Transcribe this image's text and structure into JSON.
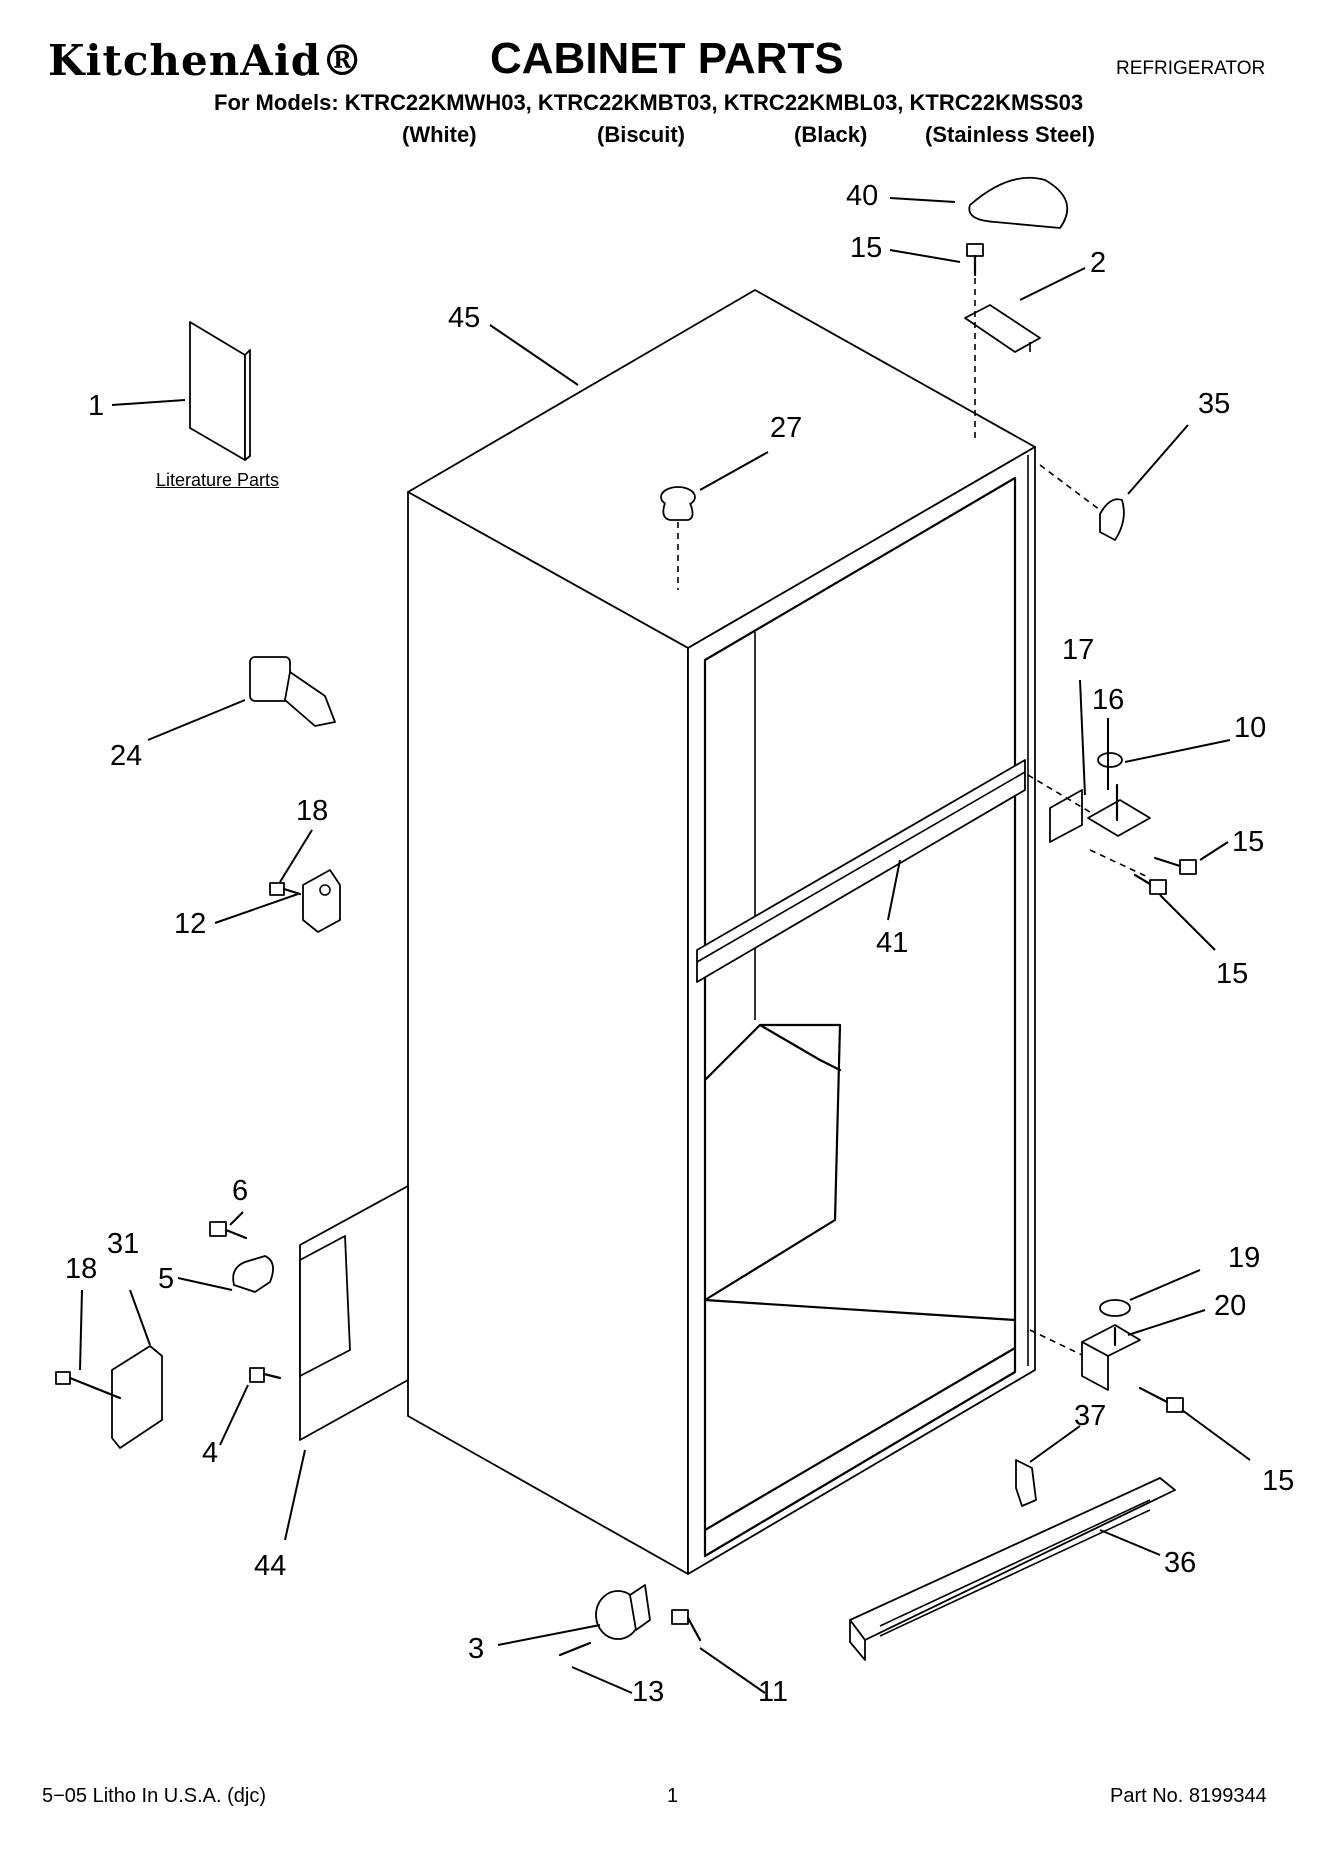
{
  "header": {
    "brand": "KitchenAid®",
    "title": "CABINET PARTS",
    "product": "REFRIGERATOR",
    "models_line": "For Models: KTRC22KMWH03, KTRC22KMBT03, KTRC22KMBL03, KTRC22KMSS03",
    "variants": [
      "(White)",
      "(Biscuit)",
      "(Black)",
      "(Stainless Steel)"
    ]
  },
  "literature_label": "Literature Parts",
  "callouts": [
    "40",
    "15",
    "2",
    "45",
    "1",
    "35",
    "27",
    "17",
    "16",
    "10",
    "24",
    "15",
    "18",
    "12",
    "41",
    "15",
    "6",
    "31",
    "19",
    "18",
    "5",
    "20",
    "37",
    "4",
    "15",
    "44",
    "36",
    "3",
    "13",
    "11"
  ],
  "footer": {
    "left": "5−05 Litho In U.S.A. (djc)",
    "center": "1",
    "right": "Part No. 8199344"
  }
}
